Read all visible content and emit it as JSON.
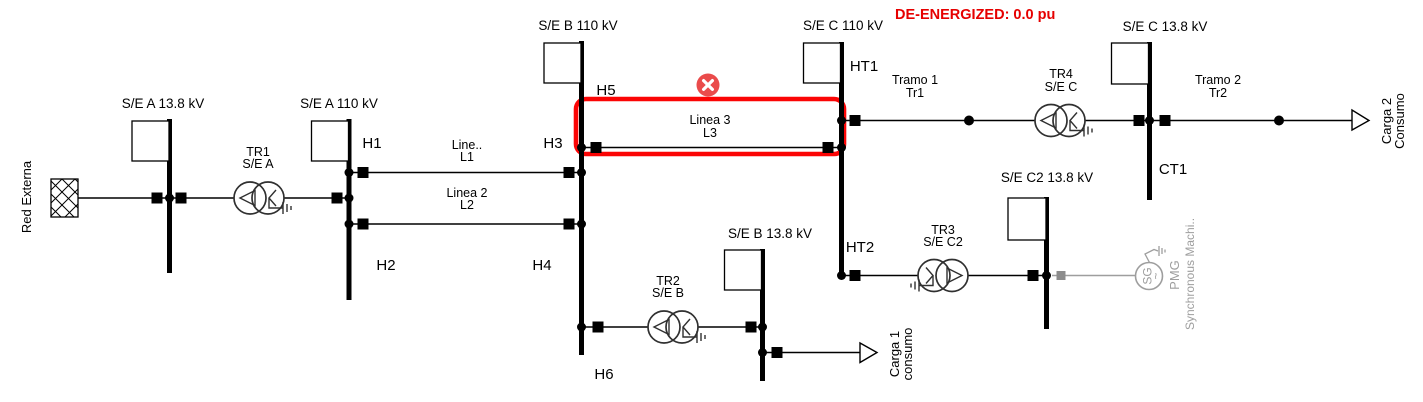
{
  "alert": {
    "text": "DE-ENERGIZED: 0.0 pu"
  },
  "colors": {
    "alert_red": "#e60000",
    "highlight_red": "#fb0505",
    "badge_red": "#ea4b4b",
    "deenergized_gray": "#9e9e9e",
    "symbol_black": "#000000"
  },
  "external_grid": {
    "label": "Red Externa"
  },
  "buses": {
    "a138": "S/E A 13.8 kV",
    "a110": "S/E A 110 kV",
    "b110": "S/E B 110 kV",
    "c110": "S/E C 110 kV",
    "c138": "S/E C 13.8 kV",
    "b138": "S/E B 13.8 kV",
    "c2138": "S/E C2 13.8 kV"
  },
  "nodes": {
    "h1": "H1",
    "h2": "H2",
    "h3": "H3",
    "h4": "H4",
    "h5": "H5",
    "h6": "H6",
    "ht1": "HT1",
    "ht2": "HT2",
    "ct1": "CT1"
  },
  "branches": {
    "l1": {
      "name": "Line..",
      "id": "L1"
    },
    "l2": {
      "name": "Linea 2",
      "id": "L2"
    },
    "l3": {
      "name": "Linea 3",
      "id": "L3"
    },
    "tramo1": {
      "name": "Tramo 1",
      "id": "Tr1"
    },
    "tramo2": {
      "name": "Tramo 2",
      "id": "Tr2"
    }
  },
  "transformers": {
    "tr1": {
      "name": "TR1",
      "sub": "S/E A"
    },
    "tr2": {
      "name": "TR2",
      "sub": "S/E B"
    },
    "tr3": {
      "name": "TR3",
      "sub": "S/E C2"
    },
    "tr4": {
      "name": "TR4",
      "sub": "S/E C"
    }
  },
  "loads": {
    "carga2": {
      "name": "Carga 2",
      "desc": "Consumo"
    },
    "carga1": {
      "name": "Carga 1",
      "desc": "consumo"
    }
  },
  "generator": {
    "circle_text": "SG",
    "wave": "~",
    "name": "PMG",
    "type": "Synchronous Machi.."
  }
}
